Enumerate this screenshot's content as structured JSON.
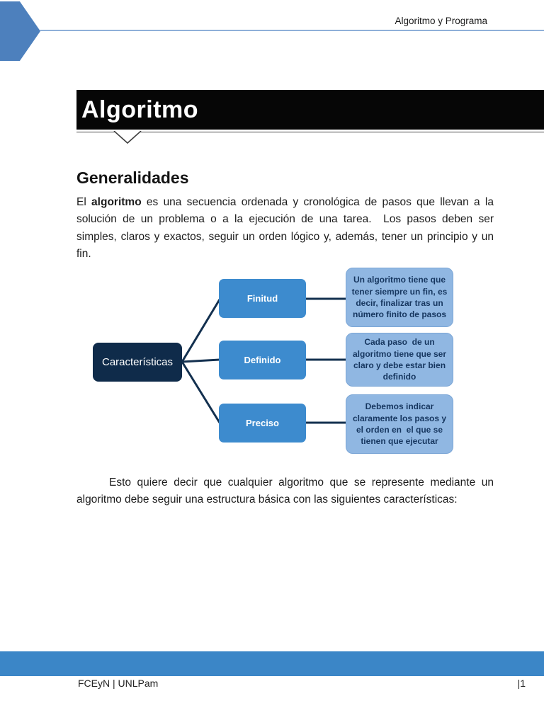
{
  "header": {
    "title": "Algoritmo y Programa"
  },
  "banner": {
    "title": "Algoritmo"
  },
  "section_heading": "Generalidades",
  "intro": {
    "prefix": "El ",
    "bold_term": "algoritmo",
    "rest": " es una secuencia ordenada y cronológica de pasos que llevan a la solución de un problema o a la ejecución de una tarea.  Los pasos deben ser simples, claros y exactos, seguir un orden lógico y, además, tener un principio y un fin."
  },
  "diagram": {
    "root_label": "Características",
    "nodes": [
      {
        "label": "Finitud",
        "description": "Un algoritmo tiene que tener siempre un fin, es decir, finalizar tras un número finito de pasos"
      },
      {
        "label": "Definido",
        "description": "Cada paso  de un algoritmo tiene que ser claro y debe estar bien definido"
      },
      {
        "label": "Preciso",
        "description": "Debemos indicar claramente los pasos y el orden en  el que se tienen que ejecutar"
      }
    ],
    "colors": {
      "root_bg": "#0f2b4a",
      "node_bg": "#3d8bce",
      "description_bg": "#90b7e2",
      "description_text": "#16365f",
      "connector": "#13304f"
    }
  },
  "closing_paragraph": "Esto quiere decir que cualquier algoritmo que se represente mediante un algoritmo debe seguir una estructura básica con las siguientes características:",
  "footer": {
    "left": "FCEyN | UNLPam",
    "page_number": "|1"
  },
  "colors": {
    "accent_blue": "#4d80bd",
    "header_rule_blue": "#8fb0d9",
    "banner_black": "#060606",
    "footer_bar_blue": "#3b86c7"
  }
}
